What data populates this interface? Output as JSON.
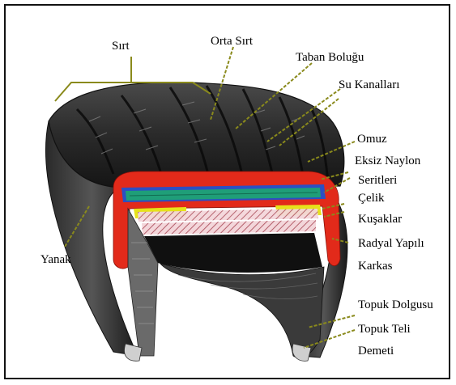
{
  "labels": {
    "sirt": "Sırt",
    "orta_sirt": "Orta Sırt",
    "taban_bolugu": "Taban Boluğu",
    "su_kanallari": "Su Kanalları",
    "omuz": "Omuz",
    "eksiz_naylon_1": "Eksiz Naylon",
    "eksiz_naylon_2": "Seritleri",
    "celik_1": "Çelik",
    "celik_2": "Kuşaklar",
    "radyal_1": "Radyal Yapılı",
    "radyal_2": "Karkas",
    "yanak": "Yanak",
    "topuk_dolgusu": "Topuk Dolgusu",
    "topuk_teli_1": "Topuk Teli",
    "topuk_teli_2": "Demeti"
  },
  "colors": {
    "leader": "#8a8a1c",
    "rubber_dark": "#1a1a1a",
    "rubber_mid": "#3a3a3a",
    "red_layer": "#e22a1a",
    "blue_layer": "#2b4fc4",
    "green_layer": "#1f9e78",
    "yellow_belt": "#e6e21a",
    "pink_belt": "#e0a0a8"
  }
}
